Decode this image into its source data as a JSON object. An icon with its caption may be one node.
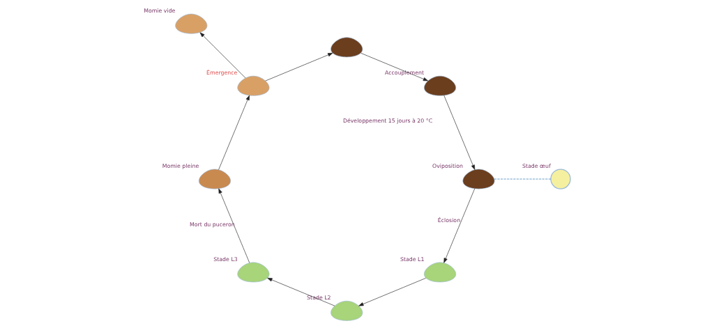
{
  "diagram": {
    "nodes": [
      {
        "text": [],
        "shape": "picture",
        "beside": [
          "Émergence"
        ]
      },
      {
        "text": [],
        "shape": "picture"
      },
      {
        "text": [],
        "shape": "picture",
        "beside": [
          "Accouplement"
        ]
      },
      {
        "text": [],
        "shape": "picture",
        "beside": [
          "Oviposition"
        ]
      },
      {
        "text": [],
        "shape": "circle",
        "beside": [
          "Stade œuf"
        ]
      },
      {
        "text": [],
        "shape": "picture",
        "beside": [
          "Stade L1"
        ]
      },
      {
        "text": [],
        "shape": "picture",
        "beside": [
          "Stade L2"
        ]
      },
      {
        "text": [],
        "shape": "picture",
        "beside": [
          "Stade L3"
        ]
      },
      {
        "text": [],
        "shape": "picture",
        "beside": [
          "Momie pleine"
        ]
      },
      {
        "text": [],
        "shape": "picture",
        "beside": [
          "Momie vide"
        ]
      }
    ],
    "edges": [
      {
        "from": 0,
        "to": 1,
        "arrow": "to"
      },
      {
        "from": 1,
        "to": 2,
        "arrow": "to"
      },
      {
        "from": 2,
        "to": 3,
        "arrow": "to"
      },
      {
        "from": 3,
        "to": 4,
        "arrow": "none",
        "style": "dashed",
        "color": "#1f6fb0"
      },
      {
        "from": 3,
        "to": 5,
        "arrow": "to",
        "label": "Éclosion"
      },
      {
        "from": 5,
        "to": 6,
        "arrow": "to"
      },
      {
        "from": 6,
        "to": 7,
        "arrow": "to"
      },
      {
        "from": 7,
        "to": 8,
        "arrow": "to",
        "label": "Mort du puceron"
      },
      {
        "from": 8,
        "to": 0,
        "arrow": "to"
      },
      {
        "from": 0,
        "to": 9,
        "arrow": "to"
      }
    ],
    "labels": [
      "Développement 15 jours à 20 °C"
    ]
  }
}
